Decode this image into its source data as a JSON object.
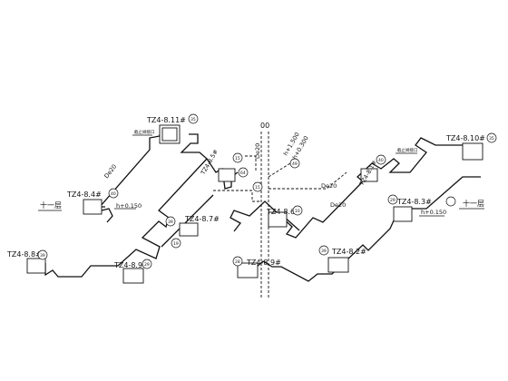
{
  "units": [
    {
      "id": "u11",
      "tag": "TZ4-8.11#",
      "num": "35"
    },
    {
      "id": "u84",
      "tag": "TZ4-8.4#",
      "num": "40"
    },
    {
      "id": "u87",
      "tag": "TZ4-8.7#",
      "num": "39"
    },
    {
      "id": "u88",
      "tag": "TZ4-8.8#",
      "num": "39"
    },
    {
      "id": "u89",
      "tag": "TZ4-8.9#",
      "num": "29"
    },
    {
      "id": "u85",
      "tag": "TZ4-8.5#",
      "num": "15"
    },
    {
      "id": "u86",
      "tag": "TZ4-8.6#",
      "num": "10"
    },
    {
      "id": "u89b",
      "tag": "TZ4-8.9#",
      "num": "28"
    },
    {
      "id": "u82",
      "tag": "TZ4-8.2#",
      "num": "39"
    },
    {
      "id": "u83",
      "tag": "TZ4-8.3#",
      "num": "29"
    },
    {
      "id": "u810",
      "tag": "TZ4-8.10#",
      "num": "35"
    },
    {
      "id": "u81",
      "tag": "TZ4-8.1#",
      "num": "40"
    }
  ],
  "labels": {
    "de20_left": "De20",
    "de20_center": "De20",
    "de20_center2": "De20",
    "de20_riser": "De20",
    "h_left": "h+0.150",
    "h_right": "h+0.150",
    "h_riser1": "h+1.500",
    "h_riser2": "h+0.300",
    "level_left": "十一层",
    "level_right": "十一层",
    "riser_top": "00",
    "circle_15": "15",
    "circle_64": "64",
    "circle_49": "49",
    "circle_19": "19",
    "valve_note_left": "截止阀接口",
    "valve_note_right": "截止阀接口"
  }
}
